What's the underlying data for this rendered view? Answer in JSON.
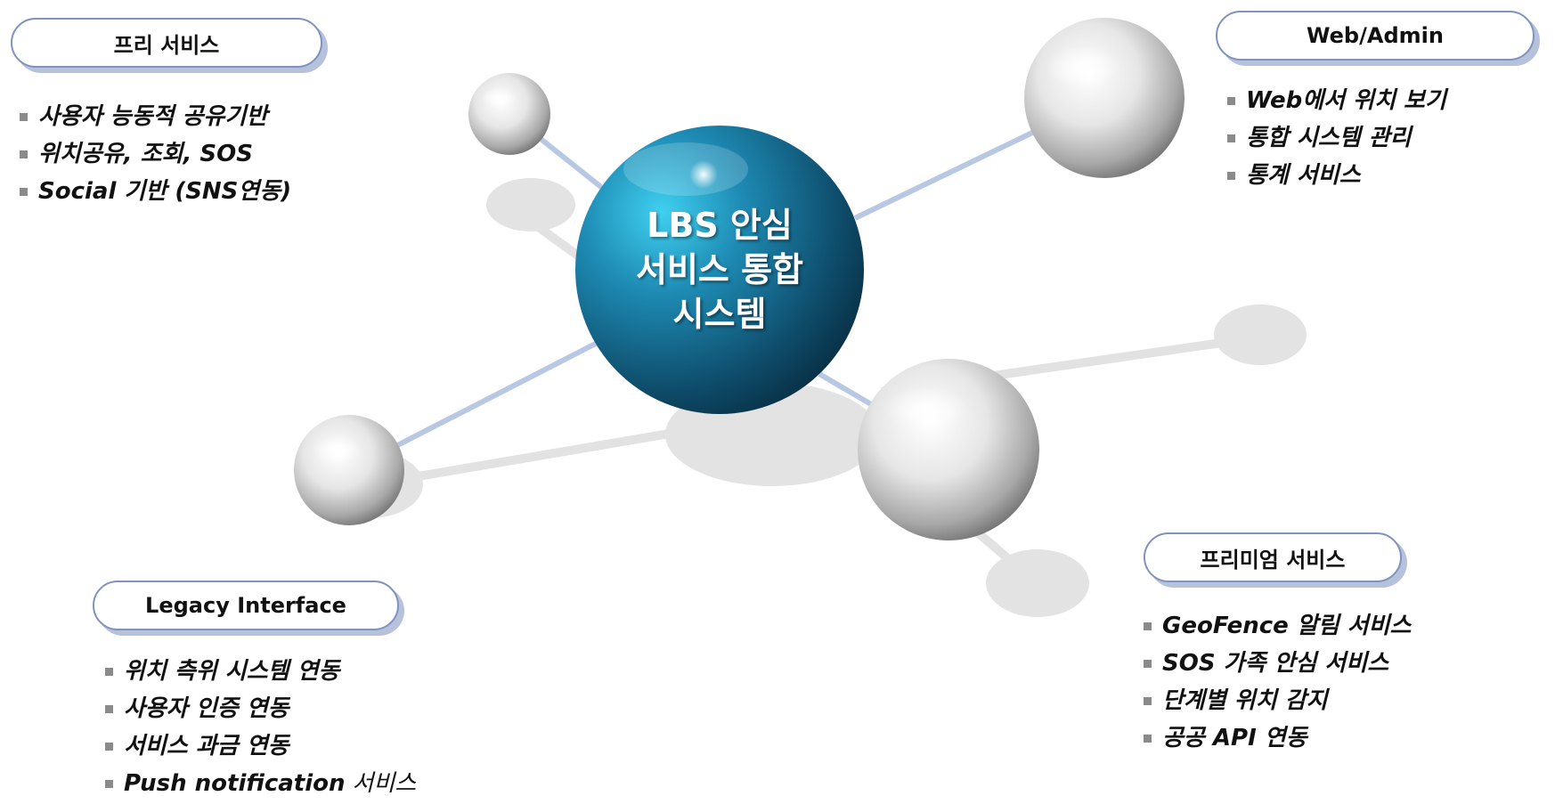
{
  "center": {
    "lines": [
      "LBS 안심",
      "서비스 통합",
      "시스템"
    ]
  },
  "groups": {
    "free": {
      "title": "프리 서비스",
      "items": [
        "사용자 능동적 공유기반",
        "위치공유, 조회, SOS",
        "Social 기반 (SNS연동)"
      ]
    },
    "web_admin": {
      "title": "Web/Admin",
      "items": [
        "Web에서 위치 보기",
        "통합 시스템 관리",
        "통계 서비스"
      ]
    },
    "premium": {
      "title": "프리미엄 서비스",
      "items": [
        "GeoFence 알림 서비스",
        "SOS 가족 안심 서비스",
        "단계별 위치 감지",
        "공공 API 연동"
      ]
    },
    "legacy": {
      "title": "Legacy Interface",
      "items": [
        "위치 측위 시스템 연동",
        "사용자 인증 연동",
        "서비스 과금 연동",
        "Push notification"
      ],
      "last_item_suffix": "서비스"
    }
  },
  "colors": {
    "center_sphere": "#1f6f95",
    "label_border": "#7f93bd",
    "connector": "#b8c8e3",
    "shadow_connector": "#e2e2e2"
  }
}
